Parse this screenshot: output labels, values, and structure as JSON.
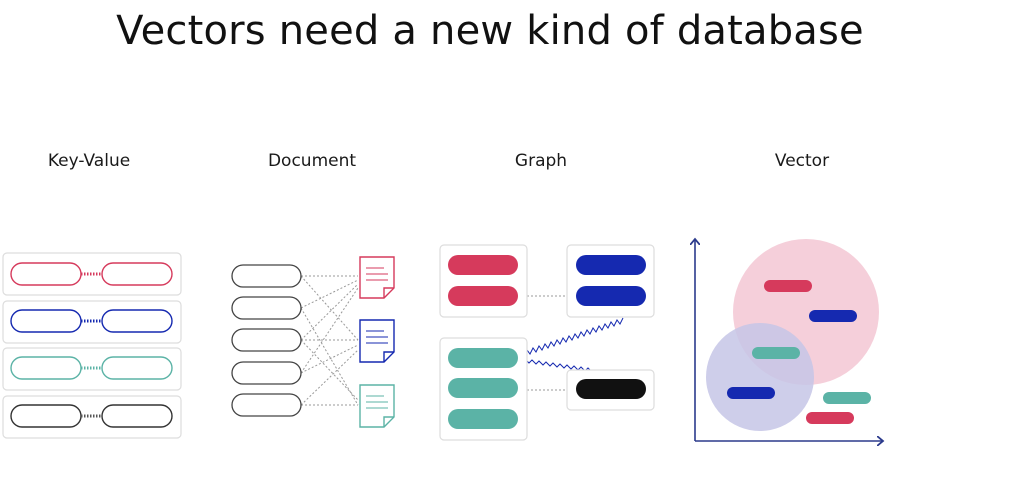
{
  "title": "Vectors need a new kind of database",
  "columns": {
    "key_value": "Key-Value",
    "document": "Document",
    "graph": "Graph",
    "vector": "Vector"
  },
  "colors": {
    "pink": "#d63a5c",
    "blue": "#1529b0",
    "teal": "#5bb3a6",
    "black": "#111111",
    "axis": "#2b3a8c",
    "circle_pink": "#f3c3d1",
    "circle_blue": "#c6c6e6"
  }
}
